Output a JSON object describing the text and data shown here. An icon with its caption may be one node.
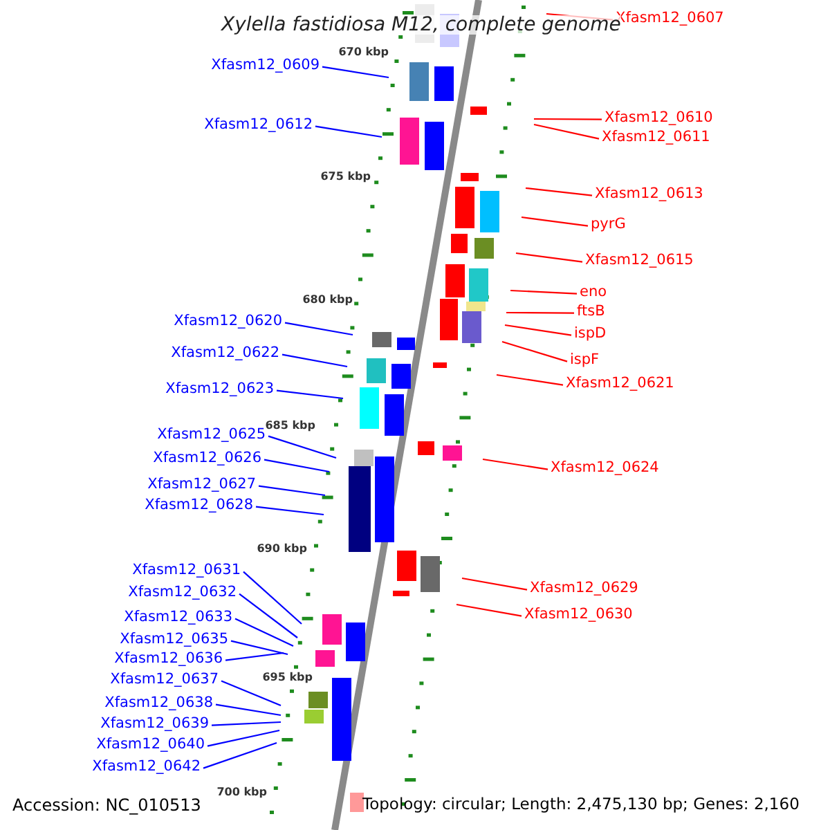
{
  "diagram": {
    "title": "Xylella fastidiosa M12, complete genome",
    "nodes": [
      {
        "text": [
          "Xfasm12_0607"
        ]
      },
      {
        "text": [
          "Xfasm12_0609"
        ]
      },
      {
        "text": [
          "Xfasm12_0610"
        ]
      },
      {
        "text": [
          "Xfasm12_0612"
        ]
      },
      {
        "text": [
          "Xfasm12_0611"
        ]
      },
      {
        "text": [
          "Xfasm12_0613"
        ]
      },
      {
        "text": [
          "pyrG"
        ]
      },
      {
        "text": [
          "Xfasm12_0615"
        ]
      },
      {
        "text": [
          "eno"
        ]
      },
      {
        "text": [
          "ftsB"
        ]
      },
      {
        "text": [
          "Xfasm12_0620"
        ]
      },
      {
        "text": [
          "ispD"
        ]
      },
      {
        "text": [
          "Xfasm12_0622"
        ]
      },
      {
        "text": [
          "ispF"
        ]
      },
      {
        "text": [
          "Xfasm12_0621"
        ]
      },
      {
        "text": [
          "Xfasm12_0623"
        ]
      },
      {
        "text": [
          "Xfasm12_0625"
        ]
      },
      {
        "text": [
          "Xfasm12_0626"
        ]
      },
      {
        "text": [
          "Xfasm12_0624"
        ]
      },
      {
        "text": [
          "Xfasm12_0627"
        ]
      },
      {
        "text": [
          "Xfasm12_0628"
        ]
      },
      {
        "text": [
          "Xfasm12_0631"
        ]
      },
      {
        "text": [
          "Xfasm12_0629"
        ]
      },
      {
        "text": [
          "Xfasm12_0632"
        ]
      },
      {
        "text": [
          "Xfasm12_0630"
        ]
      },
      {
        "text": [
          "Xfasm12_0633"
        ]
      },
      {
        "text": [
          "Xfasm12_0635"
        ]
      },
      {
        "text": [
          "Xfasm12_0636"
        ]
      },
      {
        "text": [
          "Xfasm12_0637"
        ]
      },
      {
        "text": [
          "Xfasm12_0638"
        ]
      },
      {
        "text": [
          "Xfasm12_0639"
        ]
      },
      {
        "text": [
          "Xfasm12_0640"
        ]
      },
      {
        "text": [
          "Xfasm12_0642"
        ]
      }
    ],
    "edges": [
      {
        "from": 0,
        "to": null,
        "arrow": "none",
        "color": "#ff0000"
      },
      {
        "from": 1,
        "to": null,
        "arrow": "none"
      },
      {
        "from": 2,
        "to": null,
        "arrow": "none",
        "color": "#ff0000"
      },
      {
        "from": 3,
        "to": null,
        "arrow": "none"
      },
      {
        "from": 4,
        "to": null,
        "arrow": "none",
        "color": "#ff0000"
      },
      {
        "from": 5,
        "to": null,
        "arrow": "none",
        "color": "#ff0000"
      },
      {
        "from": 6,
        "to": null,
        "arrow": "none",
        "color": "#ff0000"
      },
      {
        "from": 7,
        "to": null,
        "arrow": "none",
        "color": "#ff0000"
      },
      {
        "from": 8,
        "to": null,
        "arrow": "none",
        "color": "#ff0000"
      },
      {
        "from": 9,
        "to": null,
        "arrow": "none",
        "color": "#ff0000"
      },
      {
        "from": 10,
        "to": null,
        "arrow": "none"
      },
      {
        "from": 11,
        "to": null,
        "arrow": "none",
        "color": "#ff0000"
      },
      {
        "from": 12,
        "to": null,
        "arrow": "none"
      },
      {
        "from": 13,
        "to": null,
        "arrow": "none",
        "color": "#ff0000"
      },
      {
        "from": 14,
        "to": null,
        "arrow": "none",
        "color": "#ff0000"
      },
      {
        "from": 15,
        "to": null,
        "arrow": "none"
      },
      {
        "from": 16,
        "to": null,
        "arrow": "none"
      },
      {
        "from": 17,
        "to": null,
        "arrow": "none"
      },
      {
        "from": 18,
        "to": null,
        "arrow": "none",
        "color": "#ff0000"
      },
      {
        "from": 19,
        "to": null,
        "arrow": "none"
      },
      {
        "from": 20,
        "to": null,
        "arrow": "none"
      },
      {
        "from": 21,
        "to": null,
        "arrow": "none"
      },
      {
        "from": 22,
        "to": null,
        "arrow": "none",
        "color": "#ff0000"
      },
      {
        "from": 23,
        "to": null,
        "arrow": "none"
      },
      {
        "from": 24,
        "to": null,
        "arrow": "none",
        "color": "#ff0000"
      },
      {
        "from": 25,
        "to": null,
        "arrow": "none"
      },
      {
        "from": 26,
        "to": null,
        "arrow": "none"
      },
      {
        "from": 27,
        "to": null,
        "arrow": "none"
      },
      {
        "from": 28,
        "to": null,
        "arrow": "none"
      },
      {
        "from": 29,
        "to": null,
        "arrow": "none"
      },
      {
        "from": 30,
        "to": null,
        "arrow": "none"
      },
      {
        "from": 31,
        "to": null,
        "arrow": "none"
      },
      {
        "from": 32,
        "to": null,
        "arrow": "none"
      }
    ],
    "labels": [
      "670 kbp",
      "675 kbp",
      "680 kbp",
      "685 kbp",
      "690 kbp",
      "695 kbp",
      "700 kbp",
      "Accession: NC_010513",
      "Topology: circular; Length: 2,475,130 bp; Genes: 2,160"
    ]
  }
}
